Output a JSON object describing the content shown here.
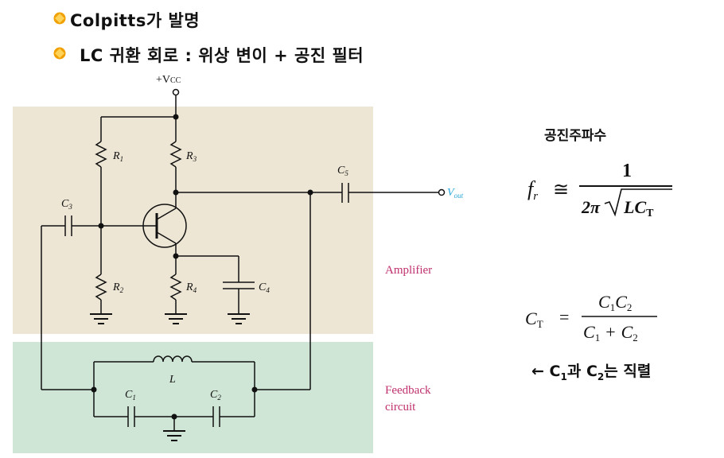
{
  "bullets": [
    {
      "text": "Colpitts가 발명"
    },
    {
      "text": "LC 귀환 회로 : 위상 변이 + 공진 필터"
    }
  ],
  "circuit": {
    "supply_label": "+V",
    "supply_sub": "CC",
    "output_label": "V",
    "output_sub": "out",
    "components": {
      "r1": "R",
      "r1_sub": "1",
      "r2": "R",
      "r2_sub": "2",
      "r3": "R",
      "r3_sub": "3",
      "r4": "R",
      "r4_sub": "4",
      "c1": "C",
      "c1_sub": "1",
      "c2": "C",
      "c2_sub": "2",
      "c3": "C",
      "c3_sub": "3",
      "c4": "C",
      "c4_sub": "4",
      "c5": "C",
      "c5_sub": "5",
      "inductor": "L"
    },
    "regions": {
      "amplifier": "Amplifier",
      "feedback_line1": "Feedback",
      "feedback_line2": "circuit"
    }
  },
  "formulas": {
    "resonance_title": "공진주파수",
    "fr_lhs": "f",
    "fr_lhs_sub": "r",
    "fr_approx": "≅",
    "fr_num": "1",
    "fr_den_2pi": "2π",
    "fr_den_lc": "LC",
    "fr_den_sub": "T",
    "ct_lhs": "C",
    "ct_lhs_sub": "T",
    "ct_eq": "=",
    "ct_num_a": "C",
    "ct_num_a_sub": "1",
    "ct_num_b": "C",
    "ct_num_b_sub": "2",
    "ct_den_a": "C",
    "ct_den_a_sub": "1",
    "ct_den_plus": "+",
    "ct_den_b": "C",
    "ct_den_b_sub": "2"
  },
  "note": {
    "arrow": "←",
    "c1": "C",
    "c1_sub": "1",
    "mid": "과 ",
    "c2": "C",
    "c2_sub": "2",
    "end": "는 직렬"
  },
  "colors": {
    "amplifier_bg": "#ede6d4",
    "feedback_bg": "#cfe6d6",
    "region_label": "#c0306e",
    "vout_label": "#2aa6d8",
    "bullet": "#f0a000",
    "wire": "#111111"
  }
}
